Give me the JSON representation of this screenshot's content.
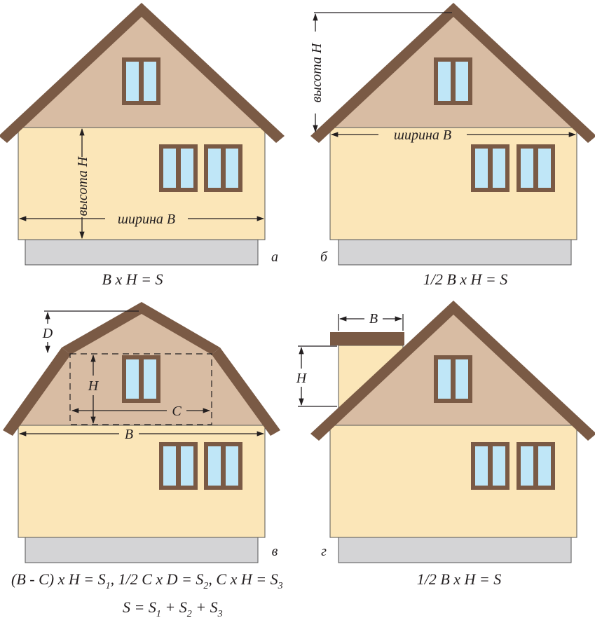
{
  "colors": {
    "roof": "#7a5a45",
    "gable": "#d8bca3",
    "wall": "#fbe6b8",
    "foundation": "#d4d4d6",
    "window_frame": "#7a5a45",
    "glass": "#bfe6f7",
    "chimney": "#7a5a45",
    "chimney_wall": "#fbe6b8",
    "line": "#231f20"
  },
  "panels": {
    "a": {
      "letter": "а",
      "height_label": "высота Н",
      "width_label": "ширина В",
      "formula": "B x H = S"
    },
    "b": {
      "letter": "б",
      "height_label": "высота Н",
      "width_label": "ширина В",
      "formula": "1/2 B x H = S"
    },
    "v": {
      "letter": "в",
      "label_d": "D",
      "label_h": "H",
      "label_c": "C",
      "label_b": "B",
      "formula_line1_part1": "(B - C) x H = S",
      "formula_line1_sub1": "1",
      "formula_line1_part2": ",  1/2 C x D = S",
      "formula_line1_sub2": "2",
      "formula_line1_part3": ", C x H = S",
      "formula_line1_sub3": "3",
      "formula_line2_part1": "S = S",
      "formula_line2_sub1": "1",
      "formula_line2_part2": " + S",
      "formula_line2_sub2": "2",
      "formula_line2_part3": " + S",
      "formula_line2_sub3": "3"
    },
    "g": {
      "letter": "г",
      "label_b": "B",
      "label_h": "H",
      "formula": "1/2 B x H = S"
    }
  }
}
